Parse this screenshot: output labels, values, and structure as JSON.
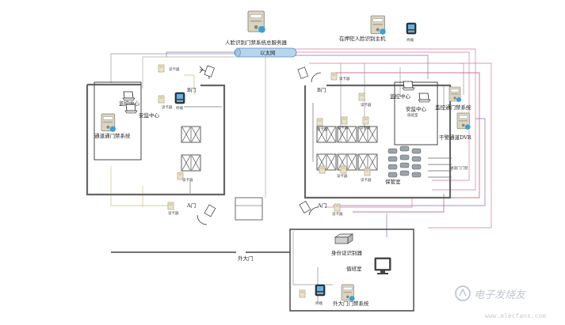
{
  "labels": {
    "server": "人脸识别门禁系统总服务器",
    "network": "以太网",
    "host_right": "在押犯人脸识别主机",
    "terminal": "终端",
    "monitor_left": "监控中心",
    "console_left": "安监中心",
    "passage_system": "通道通门禁系统",
    "door_b_left": "B门",
    "door_a_left": "A门",
    "door_b_right": "B门",
    "door_a_right": "A门",
    "reader": "读卡器",
    "monitor_right": "监控中心",
    "duty_room": "值班室",
    "dvr_system": "监控通门禁系统",
    "dvr": "干警通道DVR",
    "passage_gate": "通道门门禁",
    "guard_room": "保管室",
    "outer_gate": "外大门",
    "id_reader": "身份证识别器",
    "duty_room_bottom": "值班室",
    "outer_gate_system": "外大门门禁系统"
  },
  "watermark": {
    "text": "电子发烧友",
    "url": "www.elecfans.com"
  }
}
